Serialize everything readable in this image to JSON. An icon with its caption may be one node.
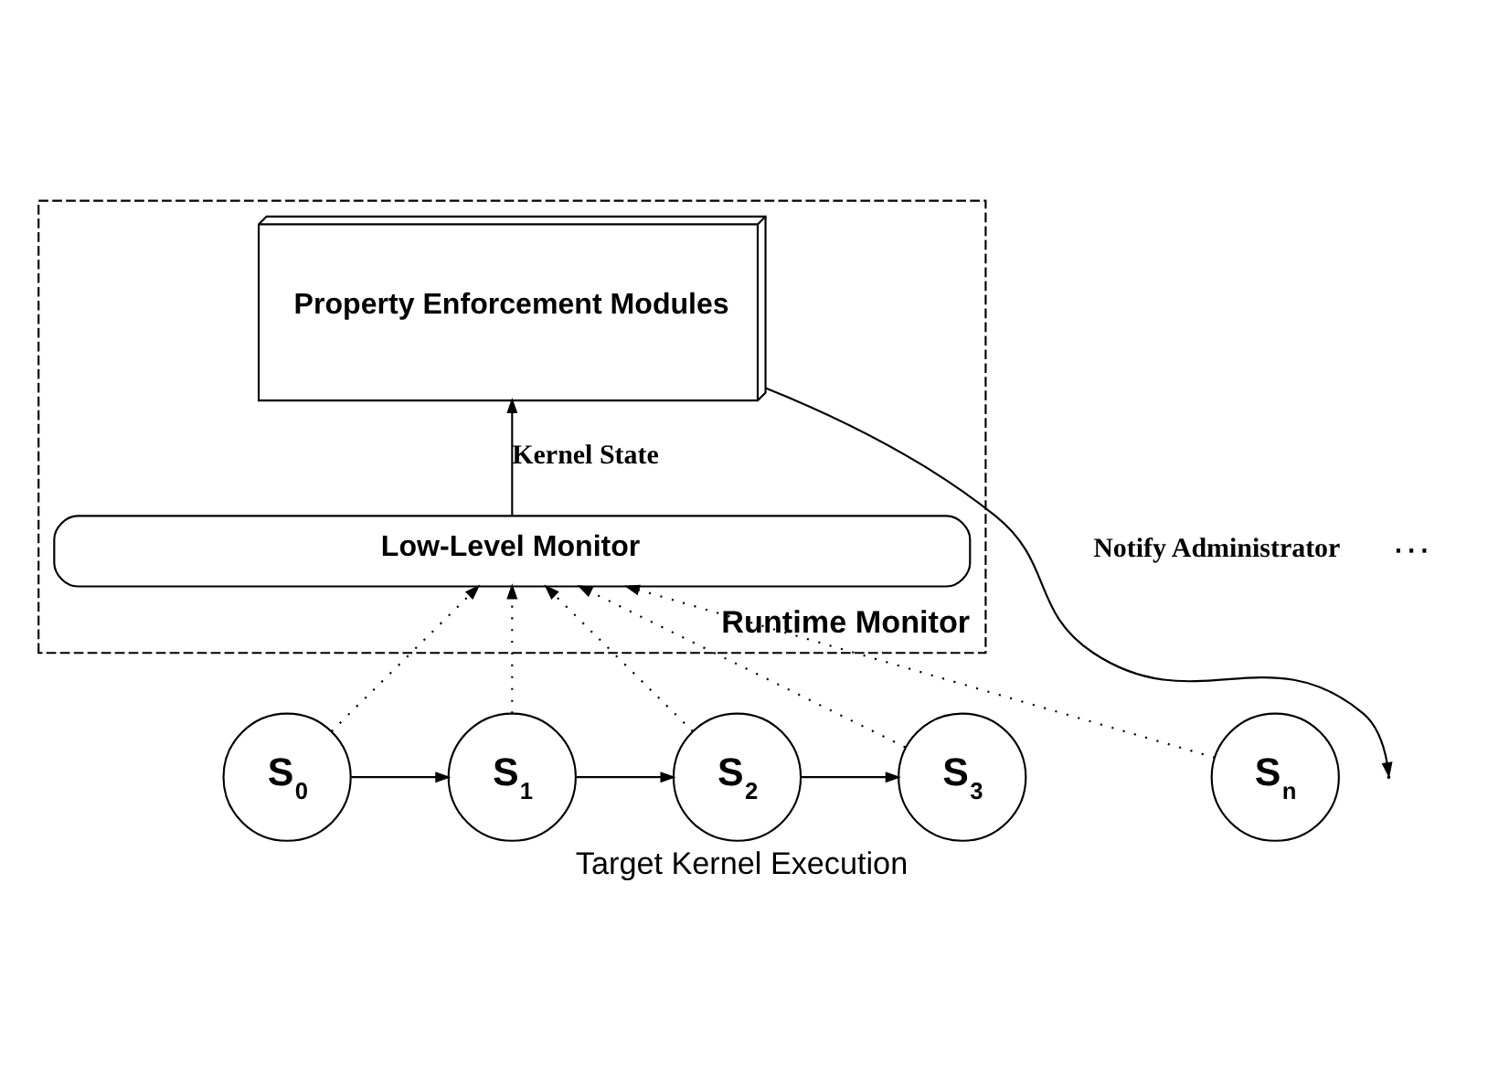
{
  "diagram": {
    "caption": "Target Kernel Execution",
    "nodes": [
      {
        "text": [
          "Runtime Monitor"
        ]
      },
      {
        "text": [
          "Property Enforcement Modules"
        ],
        "in": 0
      },
      {
        "text": [
          "Low-Level Monitor"
        ],
        "in": 0
      },
      {
        "text": [
          "S$_{0}$"
        ]
      },
      {
        "text": [
          "S$_{1}$"
        ]
      },
      {
        "text": [
          "S$_{2}$"
        ]
      },
      {
        "text": [
          "S$_{3}$"
        ]
      },
      {
        "text": [
          "S$_{n}$"
        ]
      }
    ],
    "edges": [
      {
        "from": 1,
        "to": null,
        "arrow": "to",
        "label": "Notify Administrator"
      },
      {
        "from": 2,
        "to": 1,
        "arrow": "to",
        "label": "Kernel State"
      },
      {
        "from": 3,
        "to": 2,
        "arrow": "to",
        "style": "dashed"
      },
      {
        "from": 4,
        "to": 2,
        "arrow": "to",
        "style": "dashed"
      },
      {
        "from": 5,
        "to": 2,
        "arrow": "to",
        "style": "dashed"
      },
      {
        "from": 6,
        "to": 2,
        "arrow": "to",
        "style": "dashed"
      },
      {
        "from": 7,
        "to": 2,
        "arrow": "to",
        "style": "dashed"
      },
      {
        "from": 3,
        "to": 4,
        "arrow": "to"
      },
      {
        "from": 4,
        "to": 5,
        "arrow": "to"
      },
      {
        "from": 5,
        "to": 6,
        "arrow": "to"
      }
    ],
    "labels": [
      "···"
    ]
  }
}
